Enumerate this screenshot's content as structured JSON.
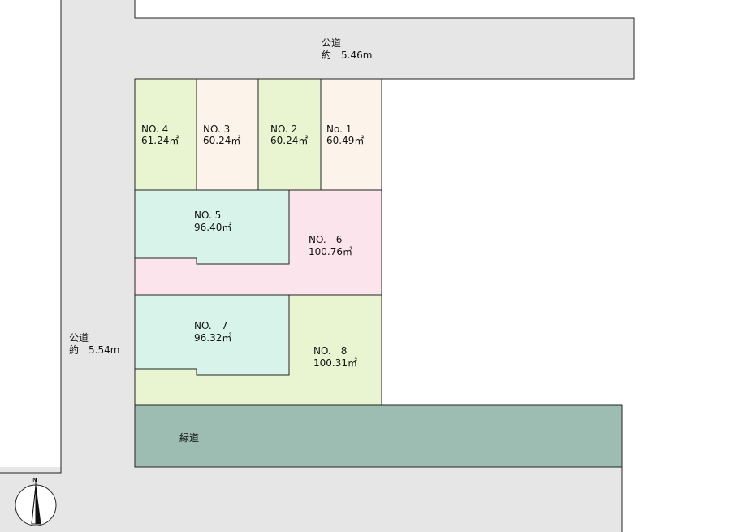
{
  "colors": {
    "road": "#e6e6e6",
    "green_lot": "#e8f5d0",
    "cream_lot": "#fcf4ea",
    "mint_lot": "#d8f4ea",
    "pink_lot": "#fce4ec",
    "greenway": "#9dbdb3",
    "outline": "#222222"
  },
  "roads": {
    "top": {
      "name": "公道",
      "width": "約　5.46m"
    },
    "left": {
      "name": "公道",
      "width": "約　5.54m"
    }
  },
  "greenway": {
    "label": "緑道"
  },
  "lots": [
    {
      "no": "No. 1",
      "area": "60.49㎡",
      "color": "cream"
    },
    {
      "no": "NO. 2",
      "area": "60.24㎡",
      "color": "green"
    },
    {
      "no": "NO. 3",
      "area": "60.24㎡",
      "color": "cream"
    },
    {
      "no": "NO. 4",
      "area": "61.24㎡",
      "color": "green"
    },
    {
      "no": "NO. 5",
      "area": "96.40㎡",
      "color": "mint"
    },
    {
      "no": "NO.　6",
      "area": "100.76㎡",
      "color": "pink"
    },
    {
      "no": "NO.　7",
      "area": "96.32㎡",
      "color": "mint"
    },
    {
      "no": "NO.　8",
      "area": "100.31㎡",
      "color": "green"
    }
  ],
  "compass": {
    "icon": "north-arrow-icon"
  }
}
